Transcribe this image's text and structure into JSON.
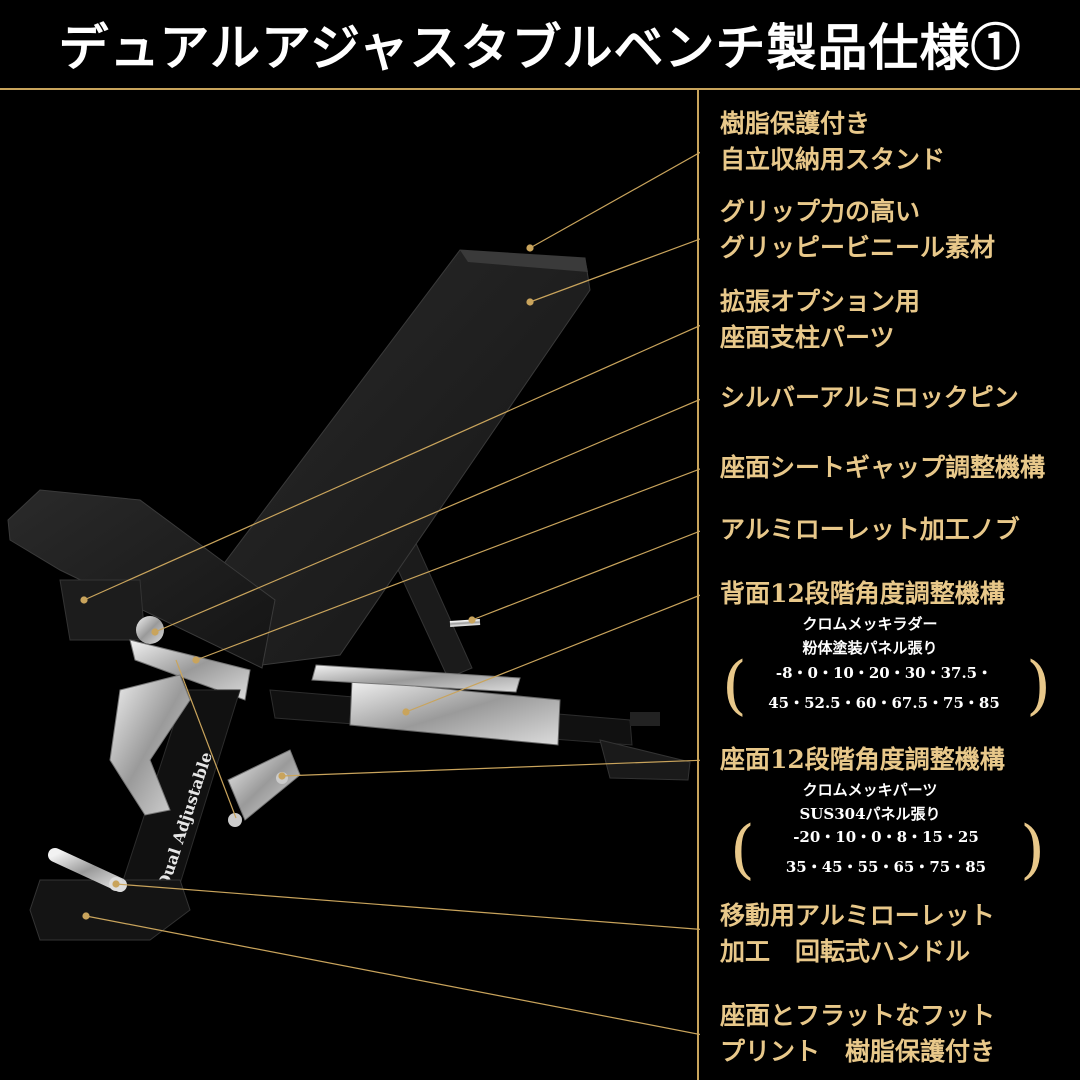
{
  "title": "デュアルアジャスタブルベンチ製品仕様①",
  "colors": {
    "background": "#000000",
    "accent": "#c9a45c",
    "label": "#e8c88a"
  },
  "bench": {
    "brand_text": "Dual Adjustable"
  },
  "specs": [
    {
      "lines": [
        "樹脂保護付き",
        "自立収納用スタンド"
      ]
    },
    {
      "lines": [
        "グリップ力の高い",
        "グリッピービニール素材"
      ]
    },
    {
      "lines": [
        "拡張オプション用",
        "座面支柱パーツ"
      ]
    },
    {
      "lines": [
        "シルバーアルミロックピン"
      ]
    },
    {
      "lines": [
        "座面シートギャップ調整機構"
      ]
    },
    {
      "lines": [
        "アルミローレット加工ノブ"
      ]
    },
    {
      "lines": [
        "背面12段階角度調整機構"
      ],
      "sub": [
        "クロムメッキラダー",
        "粉体塗装パネル張り"
      ],
      "angles": [
        "-8・0・10・20・30・37.5・",
        "45・52.5・60・67.5・75・85"
      ]
    },
    {
      "lines": [
        "座面12段階角度調整機構"
      ],
      "sub": [
        "クロムメッキパーツ",
        "SUS304パネル張り"
      ],
      "angles": [
        "-20・10・0・8・15・25",
        "35・45・55・65・75・85"
      ]
    },
    {
      "lines": [
        "移動用アルミローレット",
        "加工　回転式ハンドル"
      ]
    },
    {
      "lines": [
        "座面とフラットなフット",
        "プリント　樹脂保護付き"
      ]
    }
  ]
}
